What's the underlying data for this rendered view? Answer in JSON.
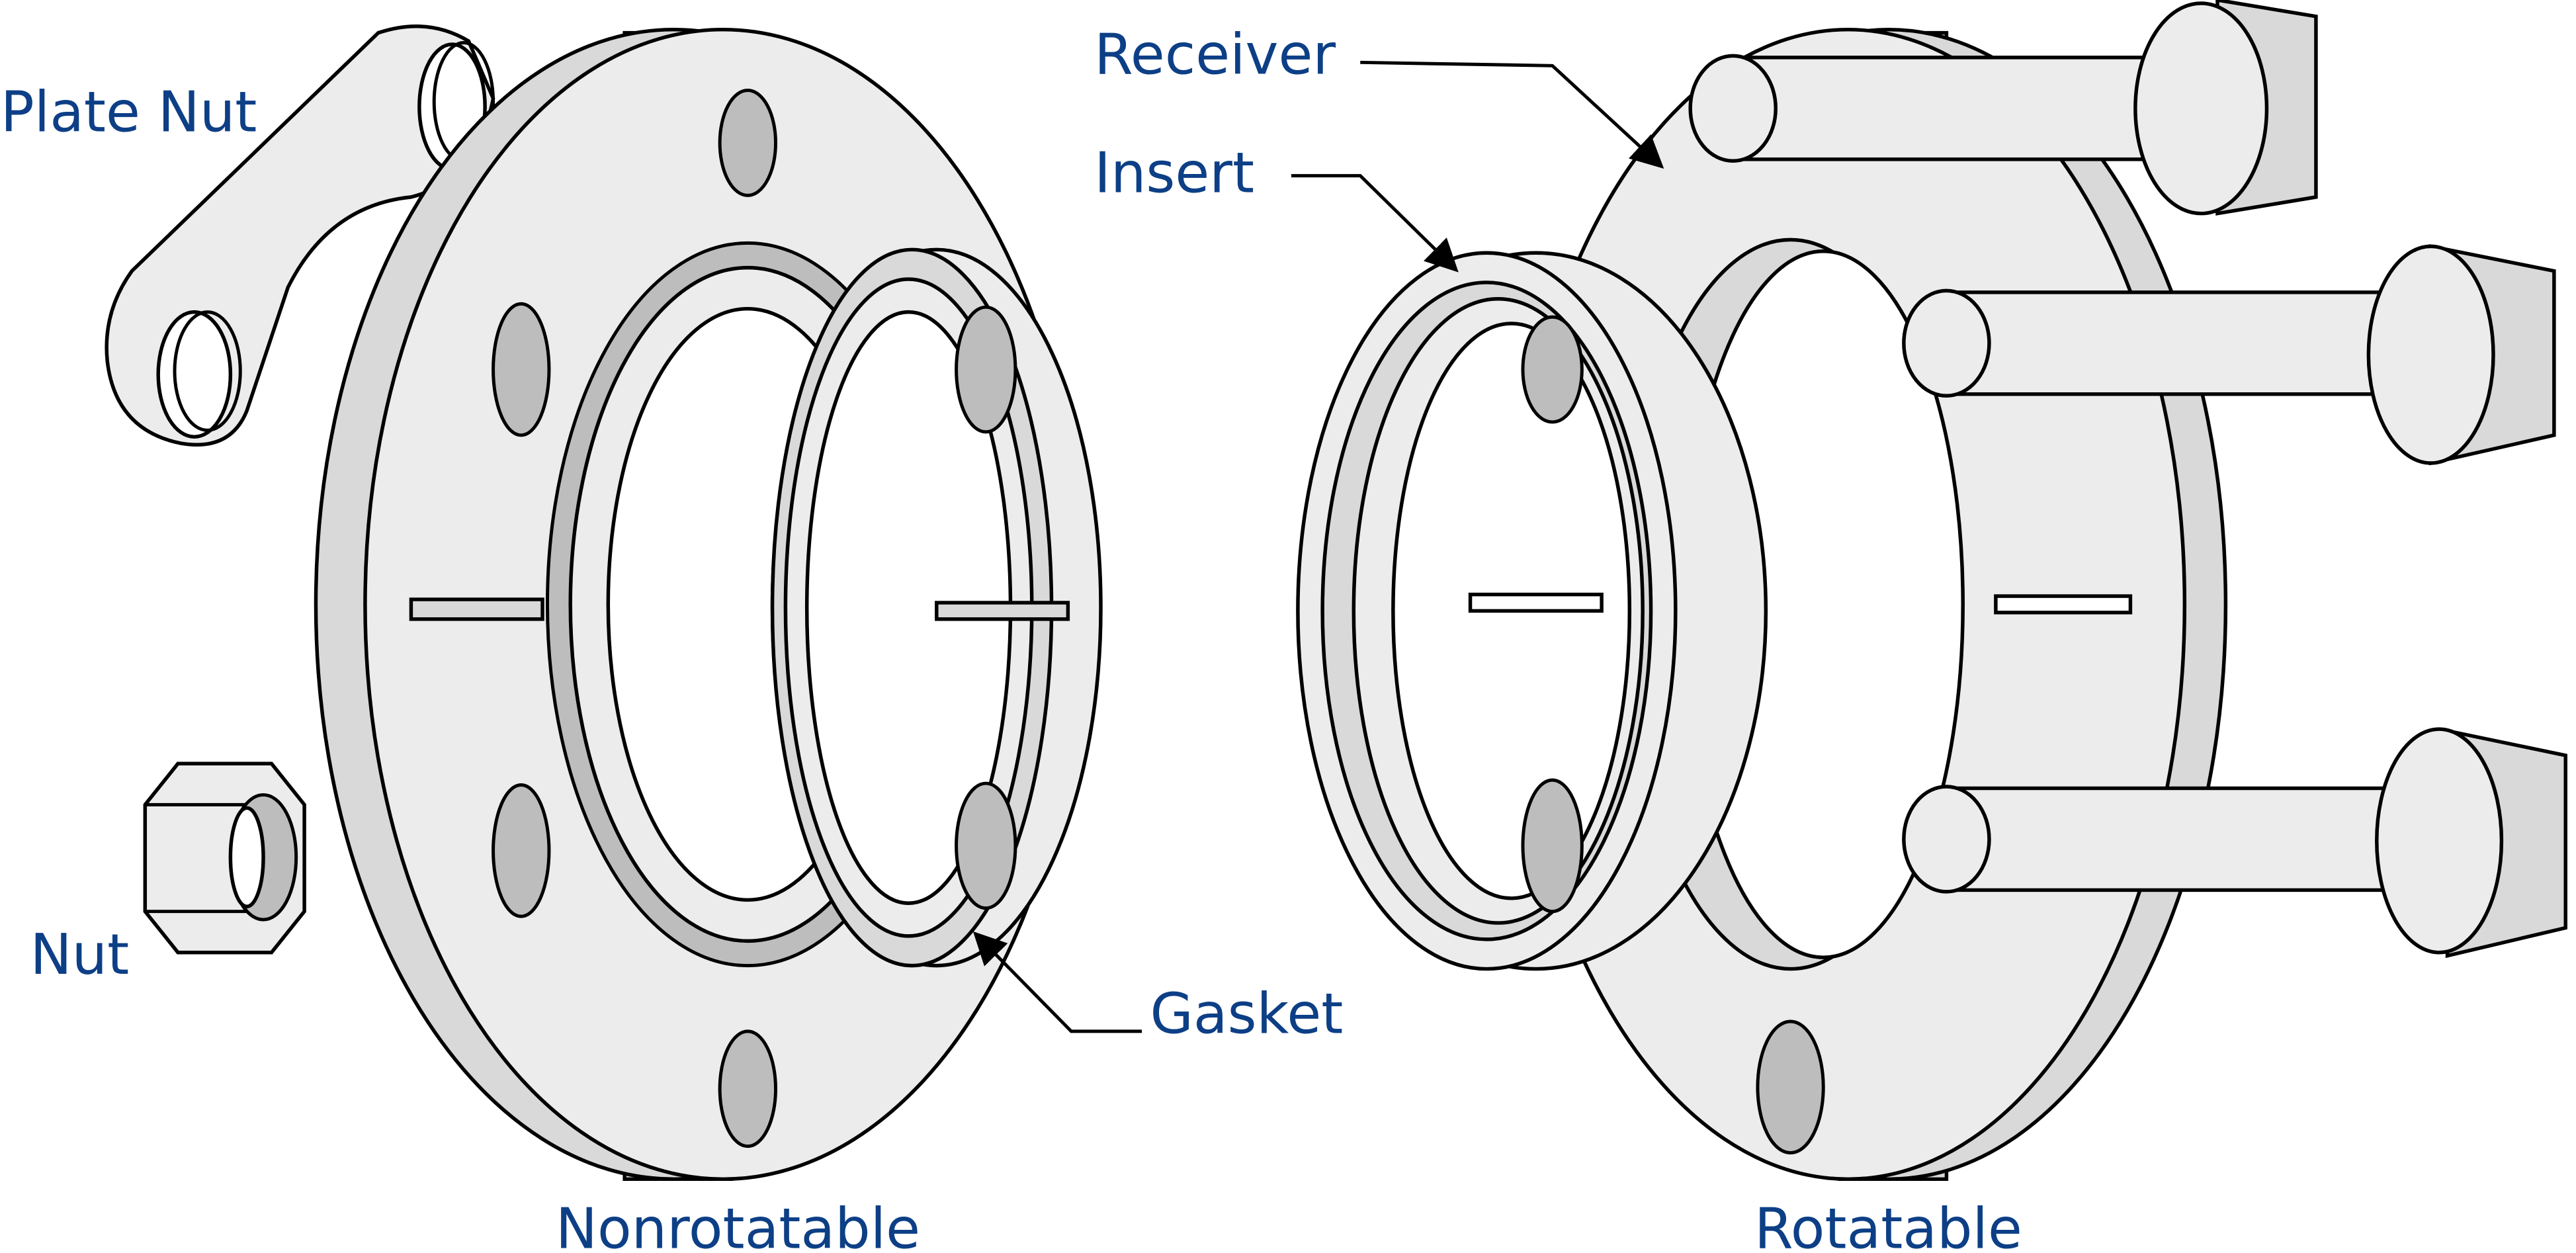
{
  "labels": {
    "plate_nut": "Plate Nut",
    "nut": "Nut",
    "gasket": "Gasket",
    "receiver": "Receiver",
    "insert": "Insert",
    "nonrotatable": "Nonrotatable",
    "rotatable": "Rotatable"
  },
  "colors": {
    "label": "#0d3f86",
    "part_fill": "#ececec",
    "hole_fill": "#bdbdbd"
  }
}
